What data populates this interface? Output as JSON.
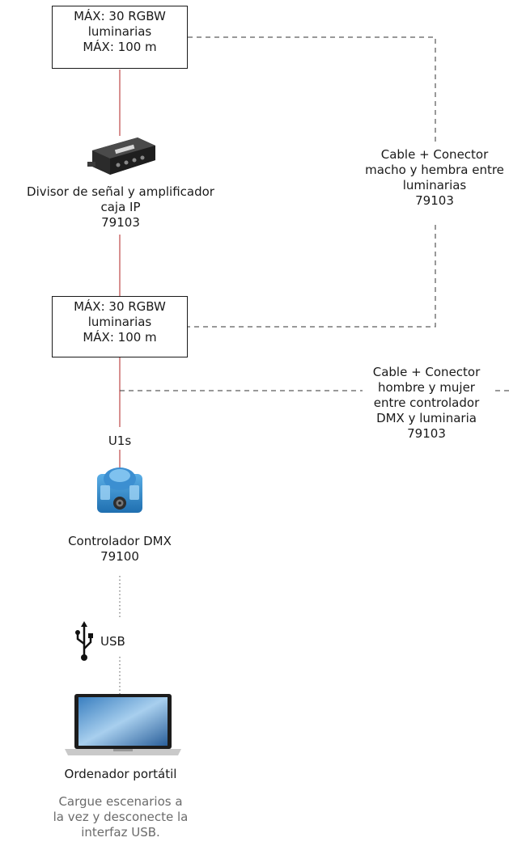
{
  "box_top": {
    "line1": "MÁX: 30 RGBW",
    "line2": "luminarias",
    "line3": "MÁX: 100 m"
  },
  "box_mid": {
    "line1": "MÁX: 30 RGBW",
    "line2": "luminarias",
    "line3": "MÁX: 100 m"
  },
  "splitter": {
    "line1": "Divisor de señal y amplificador",
    "line2": "caja IP",
    "line3": "79103"
  },
  "cable_upper": {
    "line1": "Cable + Conector",
    "line2": "macho y hembra entre",
    "line3": "luminarias",
    "line4": "79103"
  },
  "cable_lower": {
    "line1": "Cable + Conector",
    "line2": "hombre y mujer",
    "line3": "entre controlador",
    "line4": "DMX y luminaria",
    "line5": "79103"
  },
  "u1s_label": "U1s",
  "controller": {
    "line1": "Controlador DMX",
    "line2": "79100"
  },
  "usb_label": "USB",
  "laptop_label": "Ordenador portátil",
  "note": {
    "line1": "Cargue escenarios a",
    "line2": "la vez y desconecte la",
    "line3": "interfaz USB."
  },
  "colors": {
    "signal_line": "#b22222",
    "dashed_line": "#333333",
    "controller_blue": "#2a7fc4"
  },
  "icons": [
    "splitter-box-icon",
    "dmx-controller-icon",
    "usb-icon",
    "laptop-icon"
  ]
}
